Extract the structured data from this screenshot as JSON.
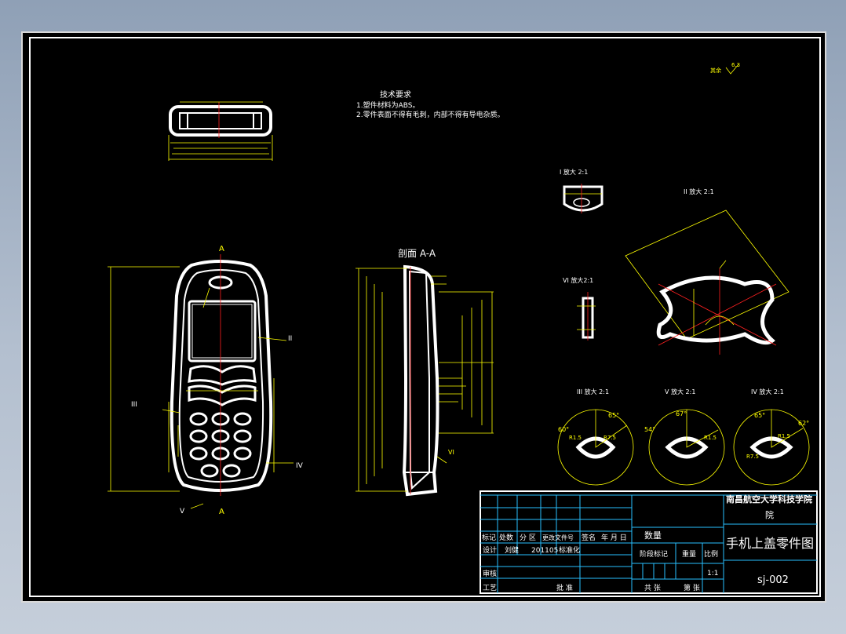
{
  "sheet": {
    "roughness": {
      "label": "其余",
      "value": "6.3"
    },
    "tech_requirements": {
      "title": "技术要求",
      "items": [
        "1.塑件材料为ABS。",
        "2.零件表面不得有毛刺，内部不得有导电杂质。"
      ]
    },
    "views": {
      "section_title": "剖面 A-A",
      "cut_label_top": "A",
      "cut_label_bottom": "A",
      "marker_ii": "II",
      "marker_iii": "III",
      "marker_iv": "IV",
      "marker_v": "V",
      "marker_vi": "VI"
    },
    "details": {
      "detail_i": "I 放大 2:1",
      "detail_ii": "II 放大 2:1",
      "detail_vi": "VI 放大2:1",
      "detail_iii": "III 放大 2:1",
      "detail_v": "V 放大 2:1",
      "detail_iv": "IV 放大 2:1",
      "angles": {
        "iii_top": "65°",
        "iii_left": "60°",
        "v_top": "67°",
        "v_left": "54°",
        "iv_top": "65°",
        "iv_right": "62°"
      },
      "radii": {
        "iii_a": "R7.5",
        "iii_b": "R1.5",
        "v_a": "R1.5",
        "iv_a": "R1.5",
        "iv_b": "R7.5"
      }
    },
    "title_block": {
      "school": "南昌航空大学科技学院",
      "drawing_title": "手机上盖零件图",
      "drawing_number": "sj-002",
      "revision_headers": [
        "标记",
        "处数",
        "分 区",
        "更改文件号",
        "签名",
        "年 月 日"
      ],
      "design_label": "设计",
      "designer": "刘健",
      "date": "201105",
      "standardization_label": "标准化",
      "review_label": "审核",
      "process_label": "工艺",
      "approve_label": "批 准",
      "quantity_label": "数量",
      "stage_label": "阶段标记",
      "weight_label": "重量",
      "scale_label": "比例",
      "scale_value": "1:1",
      "sheets_total": "共 张",
      "sheet_no": "第 张"
    }
  }
}
